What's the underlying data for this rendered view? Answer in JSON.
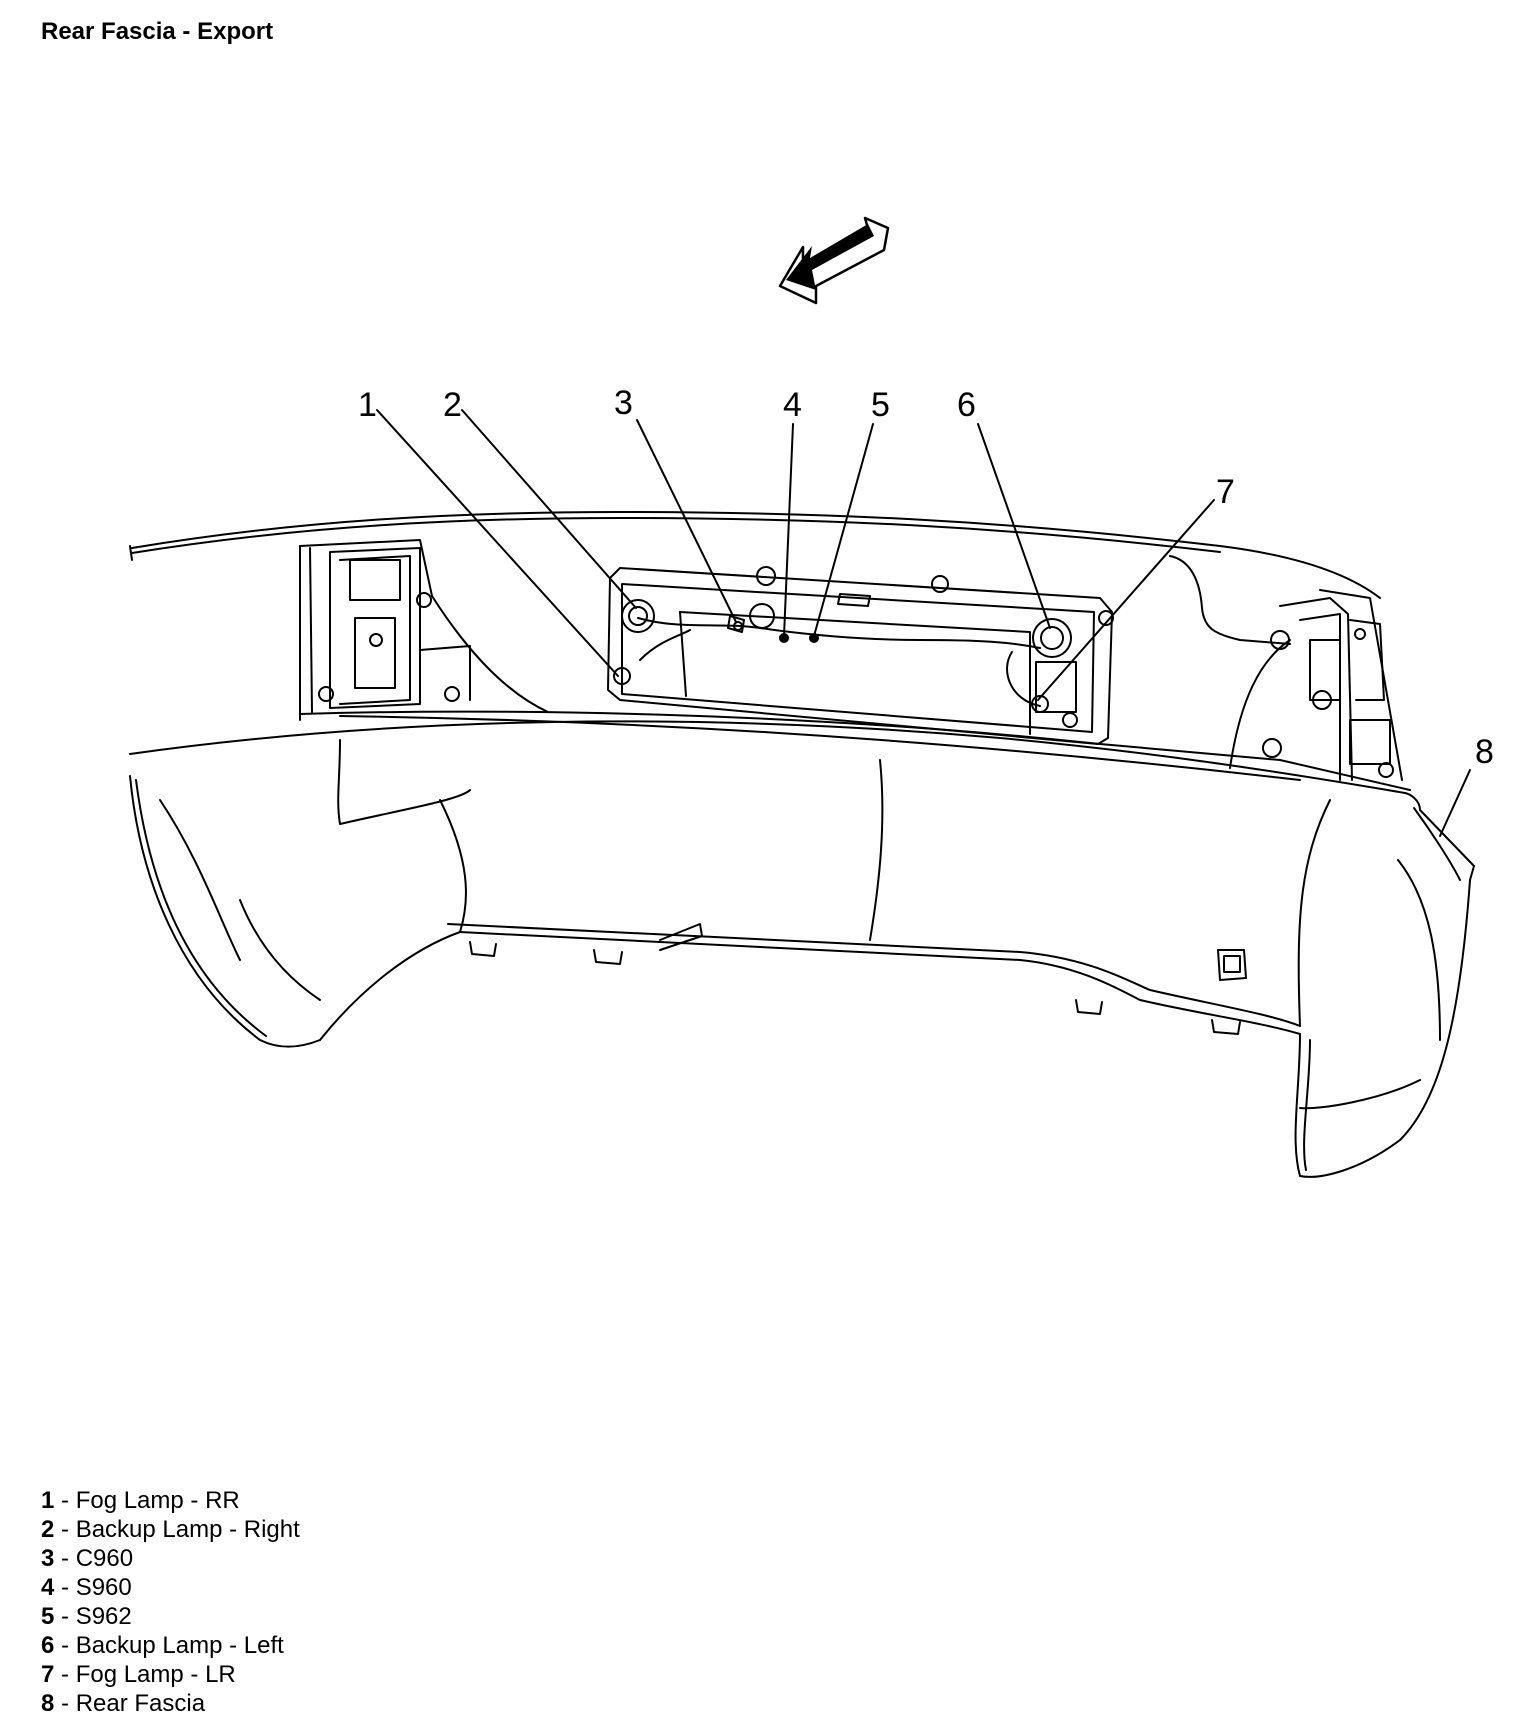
{
  "title": "Rear Fascia - Export",
  "direction_icon": "front-arrow-icon",
  "callouts": [
    {
      "num": "1",
      "label": "Fog Lamp - RR"
    },
    {
      "num": "2",
      "label": "Backup Lamp - Right"
    },
    {
      "num": "3",
      "label": "C960"
    },
    {
      "num": "4",
      "label": "S960"
    },
    {
      "num": "5",
      "label": "S962"
    },
    {
      "num": "6",
      "label": "Backup Lamp - Left"
    },
    {
      "num": "7",
      "label": "Fog Lamp - LR"
    },
    {
      "num": "8",
      "label": "Rear Fascia"
    }
  ]
}
